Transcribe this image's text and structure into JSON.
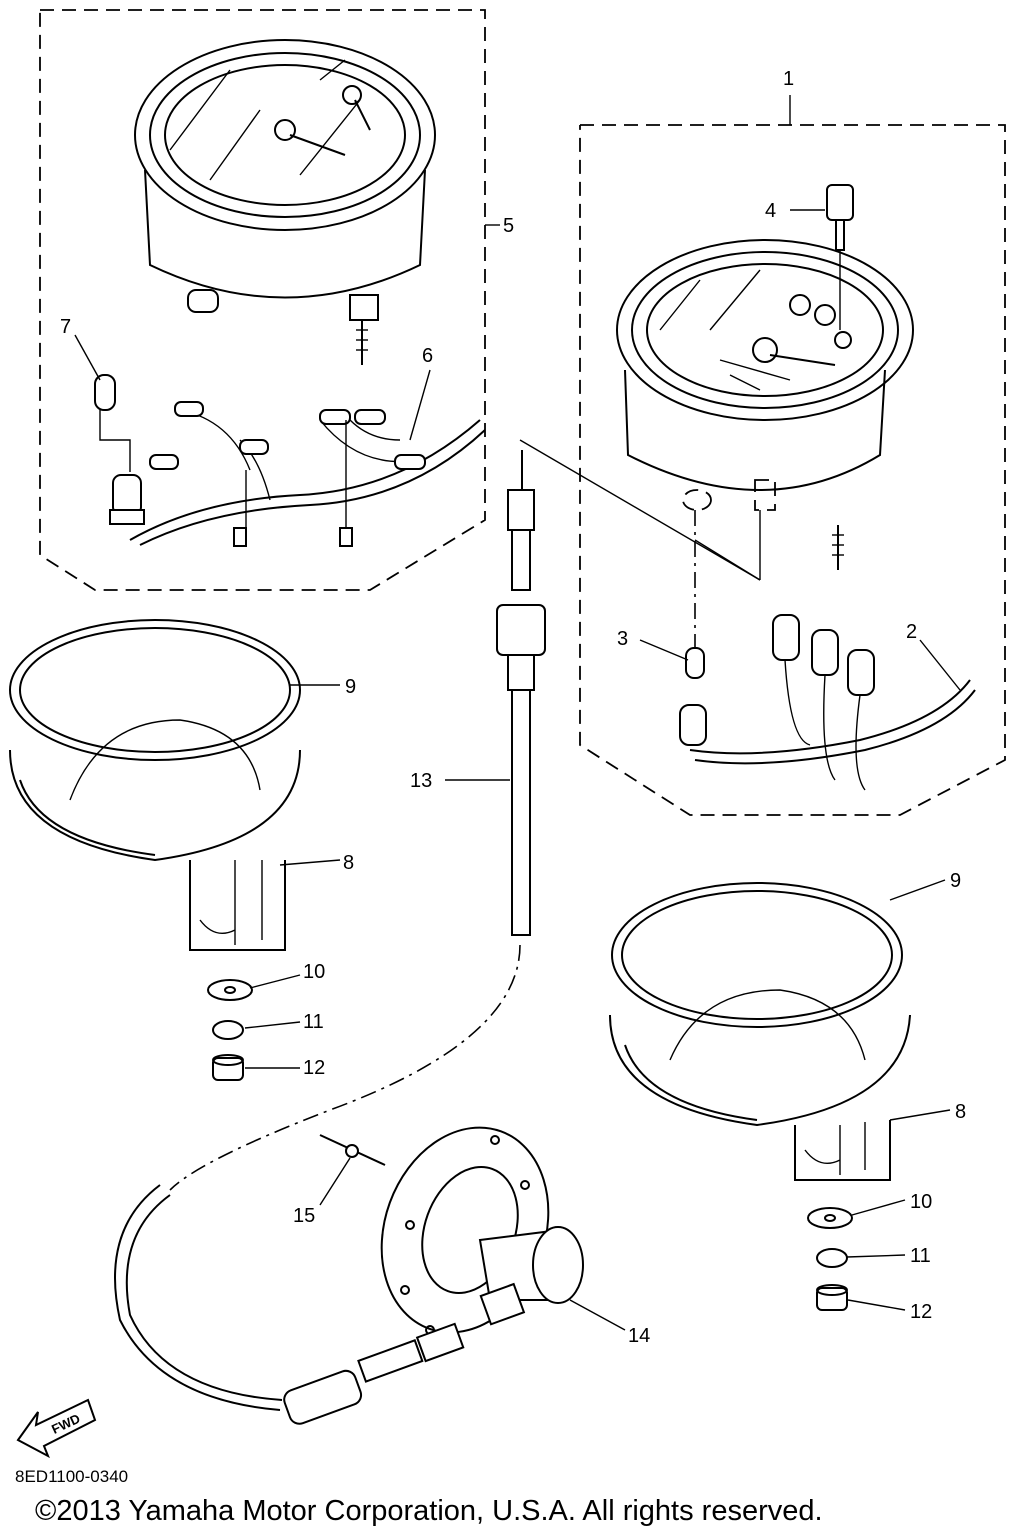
{
  "diagram": {
    "callouts": [
      "1",
      "2",
      "3",
      "4",
      "5",
      "6",
      "7",
      "8",
      "9",
      "10",
      "11",
      "12",
      "13",
      "14",
      "15"
    ],
    "callouts_right": {
      "c8": "8",
      "c9": "9",
      "c10": "10",
      "c11": "11",
      "c12": "12"
    },
    "fwd_label": "FWD",
    "part_code": "8ED1100-0340",
    "copyright": "©2013 Yamaha Motor Corporation, U.S.A. All rights reserved."
  }
}
